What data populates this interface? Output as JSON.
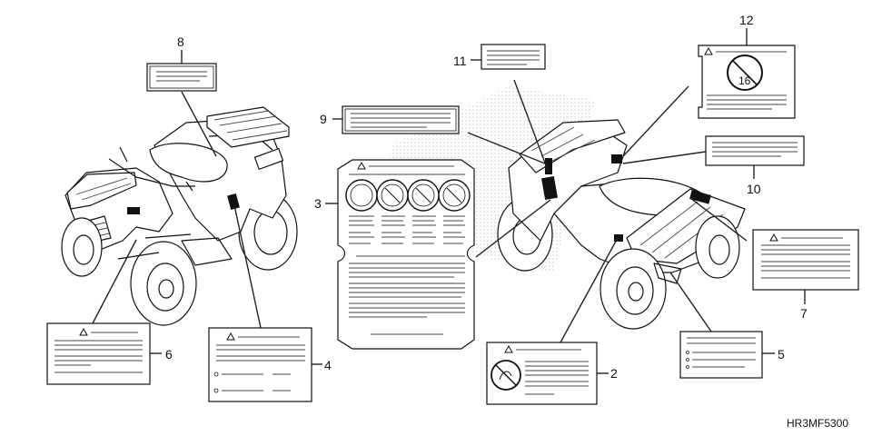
{
  "diagram": {
    "code": "HR3MF5300",
    "callouts": {
      "c1": "2",
      "c2": "3",
      "c3": "4",
      "c4": "5",
      "c5": "6",
      "c6": "7",
      "c7": "8",
      "c8": "9",
      "c9": "10",
      "c10": "11",
      "c11": "12"
    },
    "label_12_number": "16"
  }
}
